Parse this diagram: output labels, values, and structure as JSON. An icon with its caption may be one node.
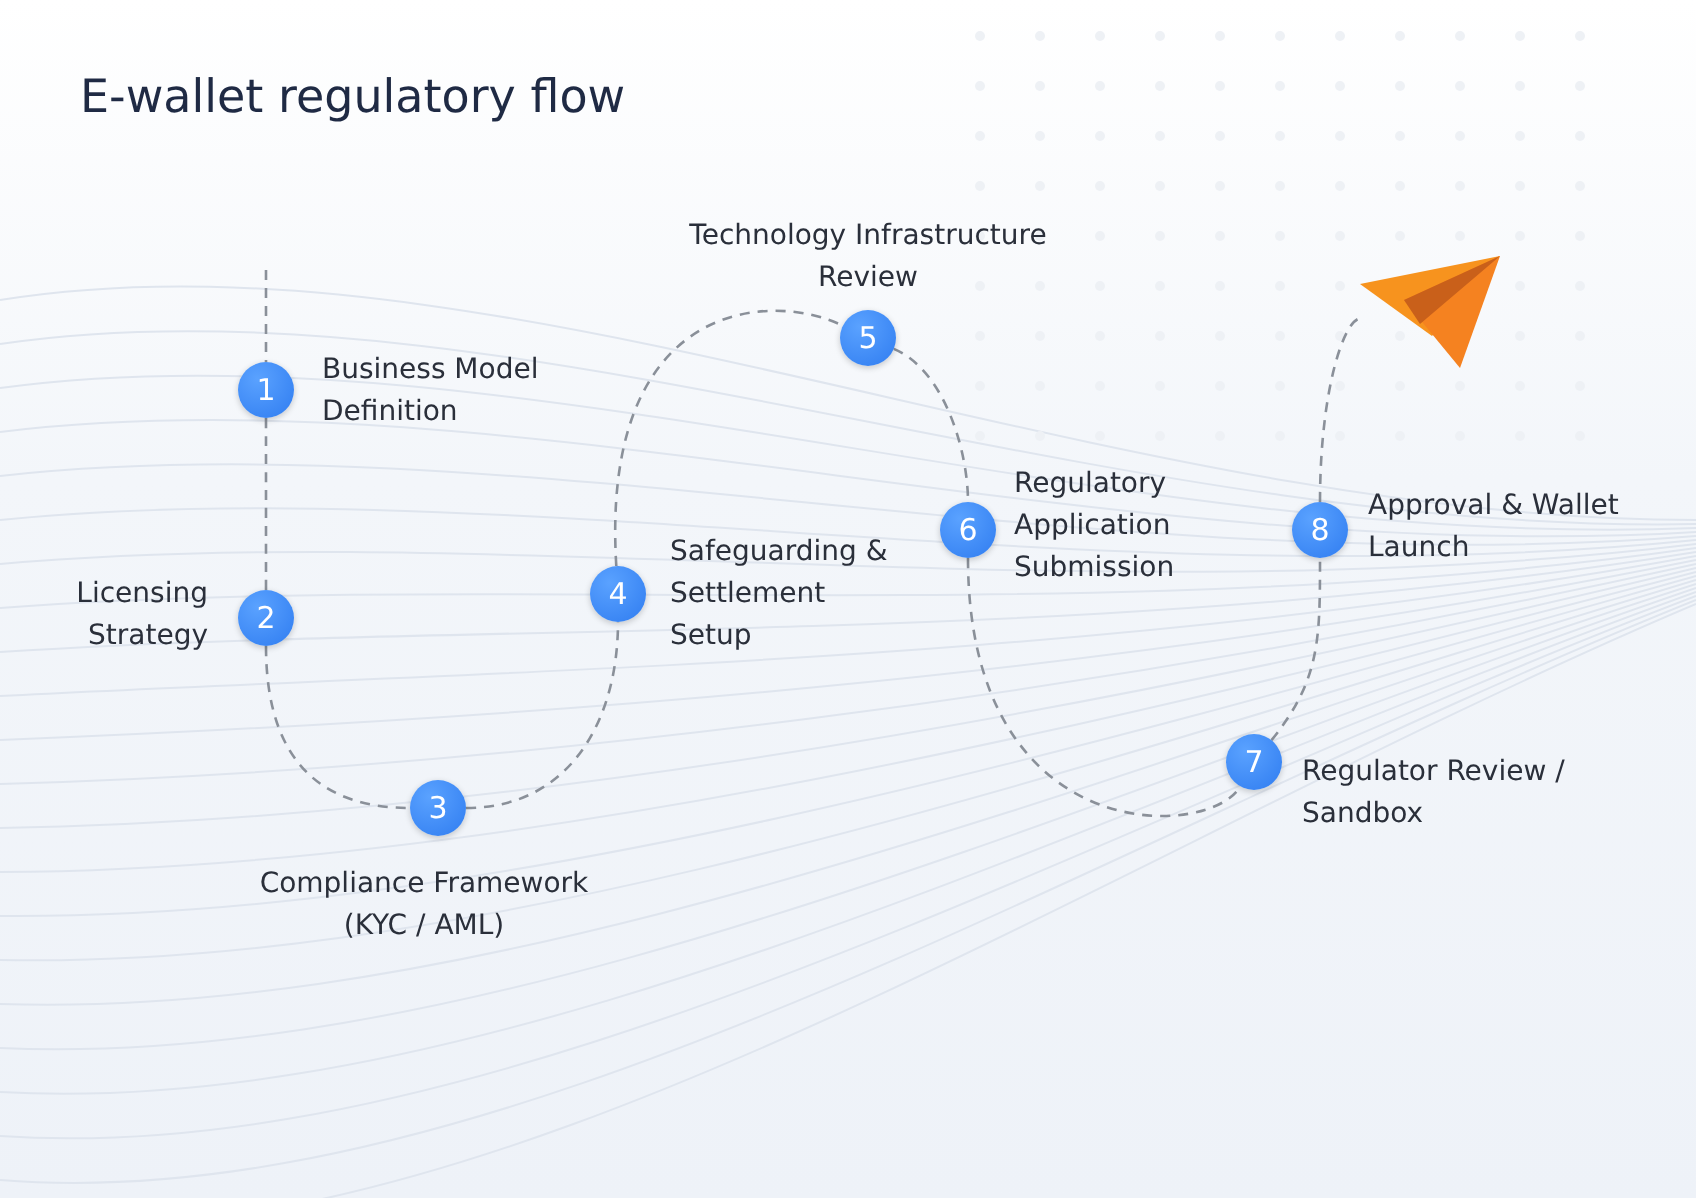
{
  "diagram": {
    "title": "E-wallet regulatory flow",
    "nodes": [
      {
        "text": [
          "1"
        ],
        "beside": [
          "Business Model Definition"
        ]
      },
      {
        "text": [
          "2"
        ],
        "beside": [
          "Licensing Strategy"
        ]
      },
      {
        "text": [
          "3"
        ],
        "beside": [
          "Compliance Framework (KYC / AML)"
        ]
      },
      {
        "text": [
          "4"
        ],
        "beside": [
          "Safeguarding & Settlement Setup"
        ]
      },
      {
        "text": [
          "5"
        ],
        "beside": [
          "Technology Infrastructure Review"
        ]
      },
      {
        "text": [
          "6"
        ],
        "beside": [
          "Regulatory Application Submission"
        ]
      },
      {
        "text": [
          "7"
        ],
        "beside": [
          "Regulator Review / Sandbox"
        ]
      },
      {
        "text": [
          "8"
        ],
        "beside": [
          "Approval & Wallet Launch"
        ]
      },
      {
        "text": [],
        "shape": "picture"
      }
    ],
    "edges": [
      {
        "from": null,
        "to": 0,
        "arrow": "none",
        "style": "dashed"
      },
      {
        "from": 0,
        "to": 1,
        "arrow": "none",
        "style": "dashed"
      },
      {
        "from": 1,
        "to": 2,
        "arrow": "none",
        "style": "dashed"
      },
      {
        "from": 2,
        "to": 3,
        "arrow": "none",
        "style": "dashed"
      },
      {
        "from": 3,
        "to": 4,
        "arrow": "none",
        "style": "dashed"
      },
      {
        "from": 4,
        "to": 5,
        "arrow": "none",
        "style": "dashed"
      },
      {
        "from": 5,
        "to": 6,
        "arrow": "none",
        "style": "dashed"
      },
      {
        "from": 6,
        "to": 7,
        "arrow": "none",
        "style": "dashed"
      },
      {
        "from": 7,
        "to": 8,
        "arrow": "none",
        "style": "dashed"
      }
    ]
  }
}
